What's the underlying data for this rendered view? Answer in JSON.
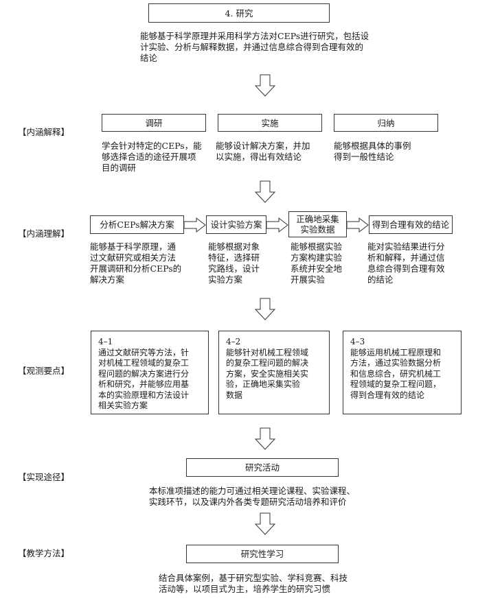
{
  "top": {
    "title": "4. 研究",
    "desc_lines": [
      "能够基于科学原理并采用科学方法对CEPs进行研究，包括设",
      "计实验、分析与解释数据，并通过信息综合得到合理有效的",
      "结论"
    ]
  },
  "sections": {
    "connotation_explain": "【内涵解释】",
    "connotation_understand": "【内涵理解】",
    "observation_points": "【观测要点】",
    "approach": "【实现途径】",
    "teaching_method": "【教学方法】"
  },
  "explain": [
    {
      "title": "调研",
      "lines": [
        "学会针对特定的CEPs，能",
        "够选择合适的途径开展项",
        "目的调研"
      ]
    },
    {
      "title": "实施",
      "lines": [
        "能够设计解决方案，并加",
        "以实施，得出有效结论"
      ]
    },
    {
      "title": "归纳",
      "lines": [
        "能够根据具体的事例",
        "得到一般性结论"
      ]
    }
  ],
  "understand": [
    {
      "title_lines": [
        "分析CEPs解决方案"
      ],
      "lines": [
        "能够基于科学原理，通",
        "过文献研究或相关方法",
        "开展调研和分析CEPs的",
        "解决方案"
      ]
    },
    {
      "title_lines": [
        "设计实验方案"
      ],
      "lines": [
        "能够根据对象",
        "特征，选择研",
        "究路线，设计",
        "实验方案"
      ]
    },
    {
      "title_lines": [
        "正确地采集",
        "实验数据"
      ],
      "lines": [
        "能够根据实验",
        "方案构建实验",
        "系统并安全地",
        "开展实验"
      ]
    },
    {
      "title_lines": [
        "得到合理有效的结论"
      ],
      "lines": [
        "能对实验结果进行分",
        "析和解释，并通过信",
        "息综合得到合理有效",
        "的结论"
      ]
    }
  ],
  "points": [
    {
      "id": "4–1",
      "lines": [
        "通过文献研究等方法，针",
        "对机械工程领域的复杂工",
        "程问题的解决方案进行分",
        "析和研究，并能够应用基",
        "本的实验原理和方法设计",
        "相关实验方案"
      ]
    },
    {
      "id": "4–2",
      "lines": [
        "能够针对机械工程领域",
        "的复杂工程问题的解决",
        "方案，安全实施相关实",
        "验，正确地采集实验",
        "数据"
      ]
    },
    {
      "id": "4–3",
      "lines": [
        "能够运用机械工程原理和",
        "方法，通过实验数据分析",
        "和信息综合，研究机械工",
        "程领域的复杂工程问题，",
        "得到合理有效的结论"
      ]
    }
  ],
  "approach": {
    "title": "研究活动",
    "lines": [
      "本标准项描述的能力可通过相关理论课程、实验课程、",
      "实践环节，以及课内外各类专题研究活动培养和评价"
    ]
  },
  "teaching": {
    "title": "研究性学习",
    "lines": [
      "结合具体案例，基于研究型实验、学科竞赛、科技",
      "活动等，以项目式为主，培养学生的研究习惯"
    ]
  }
}
